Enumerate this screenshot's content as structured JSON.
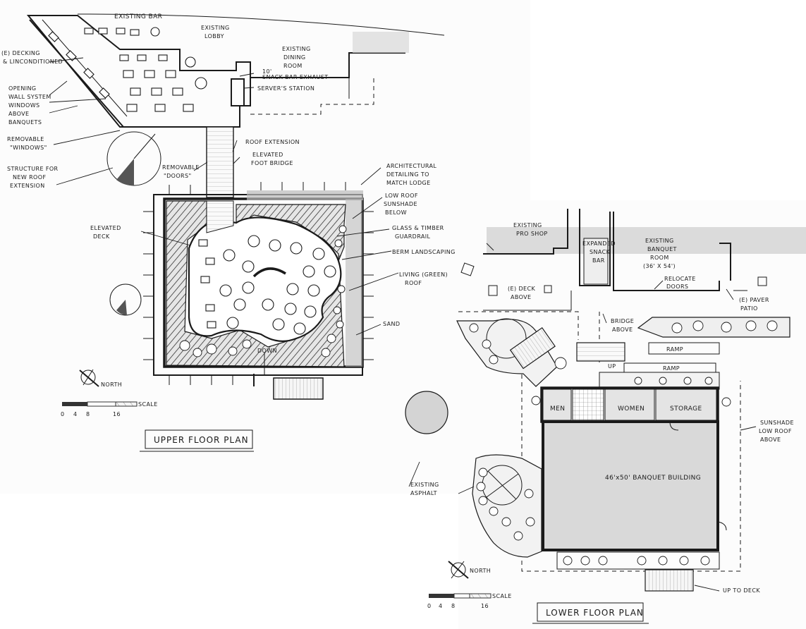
{
  "upper": {
    "existing_bar": "EXISTING BAR",
    "existing_lobby": [
      "EXISTING",
      "LOBBY"
    ],
    "existing_dining_room": [
      "EXISTING",
      "DINING",
      "ROOM"
    ],
    "decking": [
      "(E) DECKING",
      "& LINCONDITIONED"
    ],
    "opening_wall": [
      "OPENING",
      "WALL SYSTEM",
      "WINDOWS",
      "ABOVE",
      "BANQUETS"
    ],
    "removable_windows": [
      "REMOVABLE",
      "\"WINDOWS\""
    ],
    "structure_roof": [
      "STRUCTURE FOR",
      "NEW ROOF",
      "EXTENSION"
    ],
    "dim_10": "10'",
    "snack_bar_exhaust": "SNACK BAR EXHAUST",
    "servers_station": "SERVER'S STATION",
    "roof_extension": "ROOF EXTENSION",
    "removable_doors": [
      "REMOVABLE",
      "\"DOORS\""
    ],
    "elevated_foot_bridge": [
      "ELEVATED",
      "FOOT BRIDGE"
    ],
    "architectural_detailing": [
      "ARCHITECTURAL",
      "DETAILING TO",
      "MATCH LODGE"
    ],
    "low_roof_sunshade": [
      "LOW ROOF",
      "SUNSHADE",
      "BELOW"
    ],
    "elevated_deck": [
      "ELEVATED",
      "DECK"
    ],
    "glass_timber": [
      "GLASS & TIMBER",
      "GUARDRAIL"
    ],
    "berm_landscaping": "BERM LANDSCAPING",
    "living_roof": [
      "LIVING (GREEN)",
      "ROOF"
    ],
    "sand": "SAND",
    "down": "DOWN",
    "north": "NORTH",
    "scale_label": "SCALE",
    "scale_ticks": [
      "0",
      "4",
      "8",
      "16"
    ],
    "title": "UPPER FLOOR PLAN"
  },
  "lower": {
    "existing_pro_shop": [
      "EXISTING",
      "PRO SHOP"
    ],
    "expanded_snack_bar": [
      "EXPANDED",
      "SNACK",
      "BAR"
    ],
    "existing_banquet_room": [
      "EXISTING",
      "BANQUET",
      "ROOM",
      "(36' X 54')"
    ],
    "relocate_doors": [
      "RELOCATE",
      "DOORS"
    ],
    "e_paver_patio": [
      "(E) PAVER",
      "PATIO"
    ],
    "deck_above": [
      "(E) DECK",
      "ABOVE"
    ],
    "bridge_above": [
      "BRIDGE",
      "ABOVE"
    ],
    "ramp1": "RAMP",
    "ramp2": "RAMP",
    "up": "UP",
    "men": "MEN",
    "women": "WOMEN",
    "storage": "STORAGE",
    "banquet_building": "46'x50' BANQUET BUILDING",
    "sunshade_low_roof": [
      "SUNSHADE",
      "LOW ROOF",
      "ABOVE"
    ],
    "existing_asphalt": [
      "EXISTING",
      "ASPHALT"
    ],
    "up_to_deck": "UP TO DECK",
    "north": "NORTH",
    "scale_label": "SCALE",
    "scale_ticks": [
      "0",
      "4",
      "8",
      "16"
    ],
    "title": "LOWER FLOOR PLAN"
  }
}
